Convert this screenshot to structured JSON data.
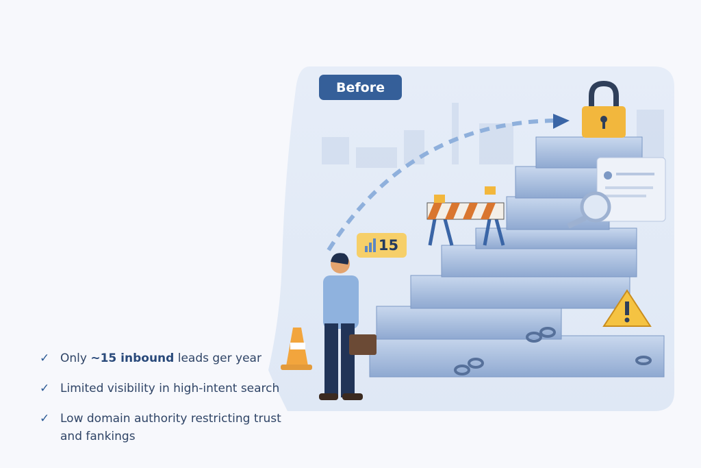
{
  "badge": {
    "label": "Before"
  },
  "stat_card": {
    "value": "15",
    "icon": "bar-chart-icon"
  },
  "bullets": [
    {
      "pre": "Only ",
      "bold": "~15 inbound",
      "post": " leads ger year"
    },
    {
      "pre": "Limited visibility in high-intent search",
      "bold": "",
      "post": ""
    },
    {
      "pre": "Low domain authority restricting trust and fankings",
      "bold": "",
      "post": ""
    }
  ],
  "colors": {
    "accent": "#355f99",
    "stat_bg": "#f6cf69",
    "lock": "#f2b73d",
    "warning": "#f5c342"
  }
}
